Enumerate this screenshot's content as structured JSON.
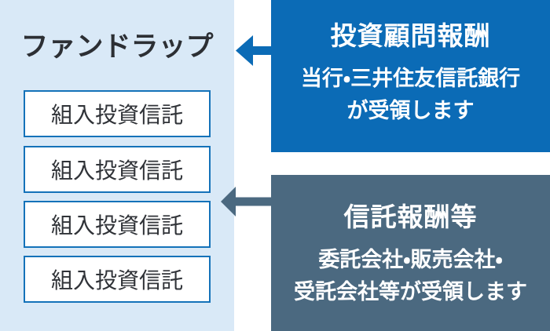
{
  "colors": {
    "panel_bg": "#d9e9f7",
    "primary_blue": "#0b6bb6",
    "slate": "#4b6980",
    "fund_box_border": "#1472b9",
    "dark_text": "#2c2f34",
    "white_text": "#ffffff"
  },
  "fund_wrap_panel": {
    "title": "ファンドラップ",
    "funds": [
      {
        "label": "組入投資信託"
      },
      {
        "label": "組入投資信託"
      },
      {
        "label": "組入投資信託"
      },
      {
        "label": "組入投資信託"
      }
    ]
  },
  "advisory_fee_box": {
    "title": "投資顧問報酬",
    "description_line1": "当行・三井住友信託銀行",
    "description_line2": "が受領します"
  },
  "trust_fee_box": {
    "title": "信託報酬等",
    "description_line1": "委託会社・販売会社・",
    "description_line2": "受託会社等が受領します"
  }
}
